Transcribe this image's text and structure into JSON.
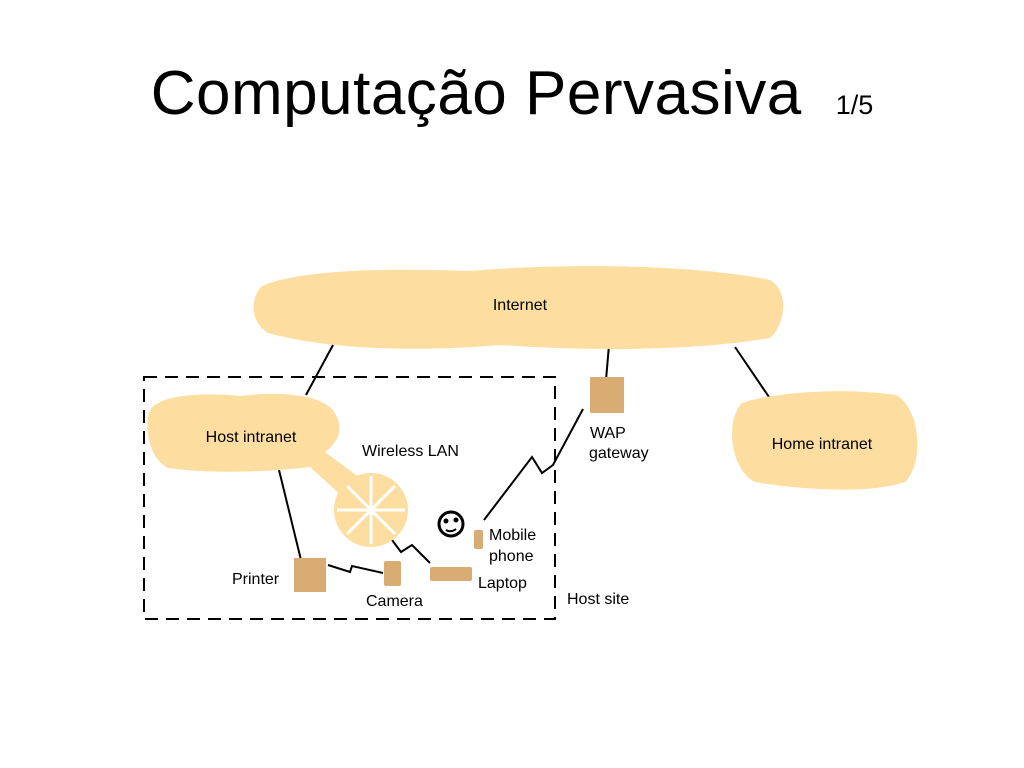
{
  "slide": {
    "title": "Computação Pervasiva",
    "page_indicator": "1/5"
  },
  "diagram": {
    "fill_color": "#FDDDA0",
    "device_color": "#D9AC74",
    "labels": {
      "internet": "Internet",
      "host_intranet": "Host intranet",
      "home_intranet": "Home intranet",
      "wireless_lan": "Wireless LAN",
      "wap_line1": "WAP",
      "wap_line2": "gateway",
      "mobile_line1": "Mobile",
      "mobile_line2": "phone",
      "printer": "Printer",
      "camera": "Camera",
      "laptop": "Laptop",
      "host_site": "Host site"
    }
  }
}
